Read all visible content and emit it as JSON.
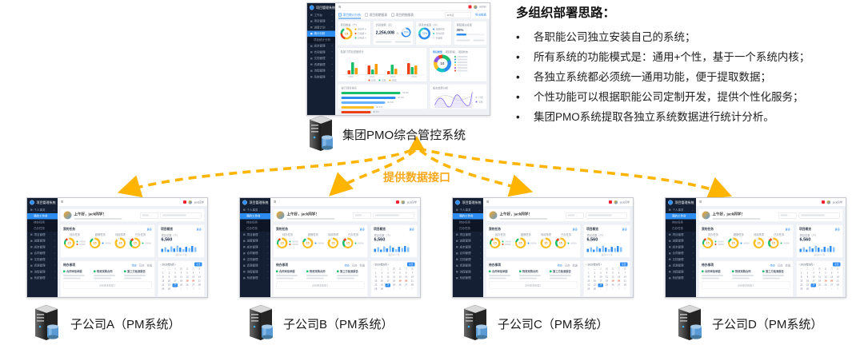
{
  "accents": {
    "primary_blue": "#2d8cf0",
    "sidebar_dark": "#141f33",
    "arrow_gold": "#ffb400",
    "red": "#ed4014",
    "green": "#19be6b",
    "orange": "#ff9900",
    "yellow": "#fbbf24",
    "purple": "#7c5cff"
  },
  "notes": {
    "title": "多组织部署思路：",
    "bullet_char": "•",
    "bullets": [
      "各职能公司独立安装自己的系统；",
      "所有系统的功能模式是：通用+个性，基于一个系统内核；",
      "各独立系统都必须统一通用功能，便于提取数据；",
      "个性功能可以根据职能公司定制开发，提供个性化服务；",
      "集团PMO系统提取各独立系统数据进行统计分析。"
    ]
  },
  "center": {
    "server_label": "集团PMO综合管控系统"
  },
  "arrow_label": "提供数据接口",
  "bottom": {
    "servers": [
      {
        "label": "子公司A（PM系统）"
      },
      {
        "label": "子公司B（PM系统）"
      },
      {
        "label": "子公司C（PM系统）"
      },
      {
        "label": "子公司D（PM系统）"
      }
    ]
  },
  "app_top": {
    "sidebar": {
      "title": "项目管理系统",
      "items": [
        "工作台",
        "项目管理",
        "进度计划",
        "统计分析",
        "项目统计分析",
        "成本管理",
        "合同管理",
        "文档管理",
        "资源管理",
        "流程管理",
        "系统管理"
      ],
      "caret": "+"
    },
    "topbar": {
      "burger": "≡",
      "user": "admin"
    },
    "tabs": {
      "t1": "项目统计分析",
      "t2": "项目周期报表",
      "t3": "项目明细报表",
      "select": "本年度",
      "select_caret": "⌄",
      "action": "导出报表"
    },
    "cards": {
      "c1": {
        "title": "项目数量（个）",
        "value": "15",
        "legend": [
          "进行中 8",
          "已逾期 3",
          "已完成 4"
        ]
      },
      "c2": {
        "title": "合同金额（元）",
        "value": "2,256,008",
        "unit": "元",
        "pct": "75%"
      },
      "c3": {
        "title": "项目完成率（%）",
        "value": "73%",
        "legend": [
          "按期完成",
          "存在风险",
          "已逾期"
        ]
      },
      "c4": {
        "title": "里程碑达成率",
        "value": "35%"
      }
    },
    "bar_chart": {
      "title": "各部门项目进度统计",
      "type": "bar",
      "colors": [
        "#ed4014",
        "#19be6b",
        "#ff9900"
      ],
      "groups": [
        [
          10,
          30,
          16
        ],
        [
          22,
          12,
          26
        ],
        [
          8,
          24,
          14
        ],
        [
          28,
          18,
          22
        ]
      ],
      "legend": [
        "计划",
        "实际",
        "完成"
      ]
    },
    "donut_chart": {
      "tabs": [
        "项目类型",
        "项目阶段",
        "项目状态"
      ],
      "value": "10",
      "slices": [
        "#19be6b",
        "#2d8cf0",
        "#13c2c2",
        "#fbbf24",
        "#9254de",
        "#ed4014"
      ]
    },
    "hbar": {
      "title": "部门项目排名",
      "type": "bar-horizontal",
      "rows": [
        {
          "w": 148,
          "color": "#19be6b",
          "value": "45.8%"
        },
        {
          "w": 136,
          "color": "#2d8cf0",
          "value": "42.3%"
        },
        {
          "w": 110,
          "color": "#69b1ff",
          "value": "36.6%"
        },
        {
          "w": 82,
          "color": "#fbbf24",
          "value": "30.1%"
        },
        {
          "w": 74,
          "color": "#ed4014",
          "value": "28.5%"
        },
        {
          "w": 34,
          "color": "#c5cad1",
          "value": "12.0%"
        }
      ]
    },
    "line_chart": {
      "title": "成本趋势分析",
      "legend": [
        "计划",
        "实际"
      ]
    }
  },
  "app_sub": {
    "sidebar": {
      "title": "项目管理系统",
      "group": "个人事务",
      "subs": [
        "我的工作台",
        "待办任务",
        "已办任务"
      ],
      "items": [
        "项目管理",
        "进度管理",
        "成本管理",
        "合同管理",
        "文档管理",
        "资源管理",
        "流程管理",
        "系统管理"
      ],
      "caret": "›"
    },
    "topbar": {
      "burger": "≡",
      "user": "jack同学"
    },
    "user": {
      "greeting": "上午好，jack同学！"
    },
    "tasks": {
      "title": "我的任务",
      "more": "更多",
      "gauges": [
        {
          "label": "待办任务",
          "value": "15"
        },
        {
          "label": "超期任务",
          "value": "15"
        },
        {
          "label": "待阅事项",
          "value": "15"
        },
        {
          "label": "已办任务",
          "value": "15"
        }
      ]
    },
    "overview": {
      "title": "项目概览",
      "more": "更多",
      "metric": "项目总数（个）",
      "value": "6,560",
      "bars": [
        8,
        12,
        6,
        14,
        9,
        16,
        11,
        7,
        13,
        10,
        15,
        12
      ],
      "foot": "最近12个月"
    },
    "todo": {
      "title": "待办事项",
      "tabs": [
        "待办",
        "已办",
        "抄送"
      ],
      "items": [
        {
          "title": "合同审批单据"
        },
        {
          "title": "物资采购合同"
        },
        {
          "title": "第三方检测报告"
        }
      ],
      "empty": "没有更多数据了"
    },
    "calendar": {
      "title": "‹ 2020年6月 ›",
      "today_btn": "今天",
      "weekdays": [
        "一",
        "二",
        "三",
        "四",
        "五",
        "六",
        "日"
      ],
      "days": [
        "1",
        "2",
        "3",
        "4",
        "5",
        "6",
        "7",
        "8",
        "9",
        "10",
        "11",
        "12",
        "13",
        "14",
        "15",
        "16",
        "17",
        "18",
        "19",
        "20",
        "21",
        "22",
        "23",
        "24",
        "25",
        "26",
        "27",
        "28",
        "29",
        "30",
        "1",
        "2",
        "3",
        "4",
        "5"
      ],
      "selected_index": 23,
      "red_indexes": [
        18,
        19
      ],
      "gray_from": 30
    }
  }
}
